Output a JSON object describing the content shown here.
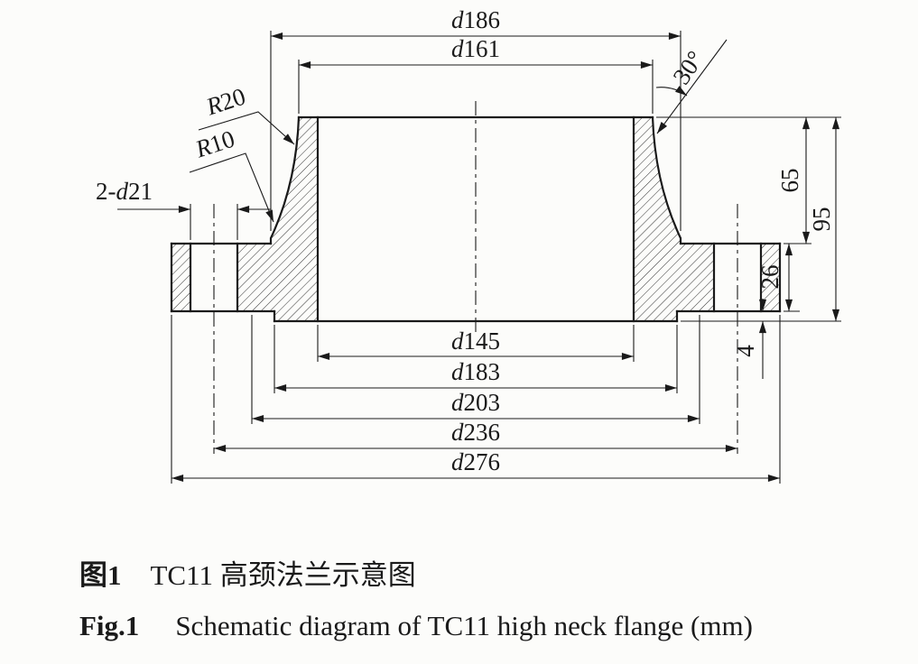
{
  "figure": {
    "type": "engineering-section-drawing",
    "caption_zh": {
      "label": "图1",
      "text": "TC11 高颈法兰示意图"
    },
    "caption_en": {
      "label": "Fig.1",
      "text": "Schematic diagram of TC11 high neck flange (mm)"
    }
  },
  "dimensions": {
    "hub_base_diameter": "d186",
    "neck_top_outer_diameter": "d161",
    "neck_taper_angle": "30°",
    "fillet_radius_upper": "R20",
    "fillet_radius_lower": "R10",
    "bolt_holes": "2-d21",
    "neck_height": "65",
    "total_height": "95",
    "flange_thickness": "26",
    "raised_face_height": "4",
    "bore_diameter": "d145",
    "raised_face_diameter": "d183",
    "hub_root_diameter": "d203",
    "bolt_circle_diameter": "d236",
    "flange_outer_diameter": "d276"
  },
  "colors": {
    "ink": "#1a1a1a",
    "paper": "#fcfcfa"
  }
}
